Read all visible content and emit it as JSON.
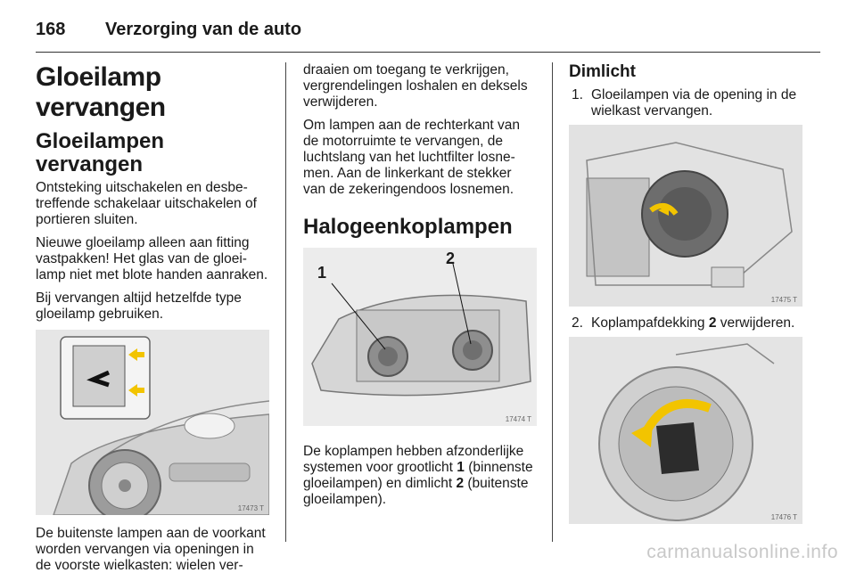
{
  "header": {
    "page_number": "168",
    "title": "Verzorging van de auto"
  },
  "col1": {
    "h1": "Gloeilamp vervangen",
    "h2": "Gloeilampen vervangen",
    "p1": "Ontsteking uitschakelen en desbe- treffende schakelaar uitschakelen of portieren sluiten.",
    "p2": "Nieuwe gloeilamp alleen aan fitting vastpakken! Het glas van de gloei- lamp niet met blote handen aanraken.",
    "p3": "Bij vervangen altijd hetzelfde type gloeilamp gebruiken.",
    "figure_code": "17473 T",
    "p4": "De buitenste lampen aan de voorkant worden vervangen via openingen in de voorste wielkasten: wielen ver-"
  },
  "col2": {
    "p1": "draaien om toegang te verkrijgen, vergrendelingen loshalen en deksels verwijderen.",
    "p2": "Om lampen aan de rechterkant van de motorruimte te vervangen, de luchtslang van het luchtfilter losne- men. Aan de linkerkant de stekker van de zekeringendoos losnemen.",
    "h2": "Halogeenkoplampen",
    "fig_label_1": "1",
    "fig_label_2": "2",
    "figure_code": "17474 T",
    "p3_a": "De koplampen hebben afzonderlijke systemen voor grootlicht ",
    "p3_b": "1",
    "p3_c": " (binnenste gloeilampen) en dimlicht ",
    "p3_d": "2",
    "p3_e": " (buitenste gloeilampen)."
  },
  "col3": {
    "h3": "Dimlicht",
    "step1_num": "1.",
    "step1": "Gloeilampen via de opening in de wielkast vervangen.",
    "figure1_code": "17475 T",
    "step2_num": "2.",
    "step2_a": "Koplampafdekking ",
    "step2_b": "2",
    "step2_c": " verwijderen.",
    "figure2_code": "17476 T"
  },
  "watermark": "carmanualsonline.info",
  "colors": {
    "arrow_yellow": "#f2c400",
    "text": "#1a1a1a",
    "figure_bg": "#e8e8e8"
  }
}
